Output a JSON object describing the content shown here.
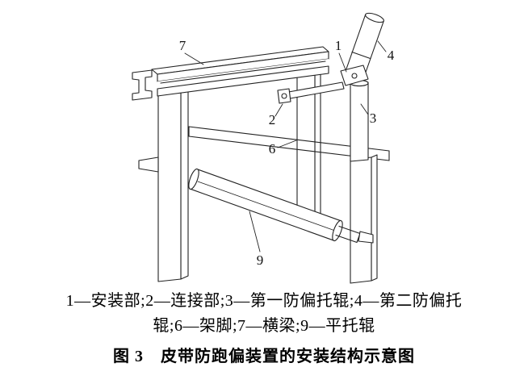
{
  "figure": {
    "labels": {
      "part1": "1",
      "part2": "2",
      "part3": "3",
      "part4": "4",
      "part6": "6",
      "part7": "7",
      "part9": "9"
    },
    "caption": {
      "line1": "1—安装部;2—连接部;3—第一防偏托辊;4—第二防偏托",
      "line2": "辊;6—架脚;7—横梁;9—平托辊",
      "title": "图 3　皮带防跑偏装置的安装结构示意图"
    },
    "colors": {
      "line": "#222222",
      "background": "#ffffff"
    }
  }
}
